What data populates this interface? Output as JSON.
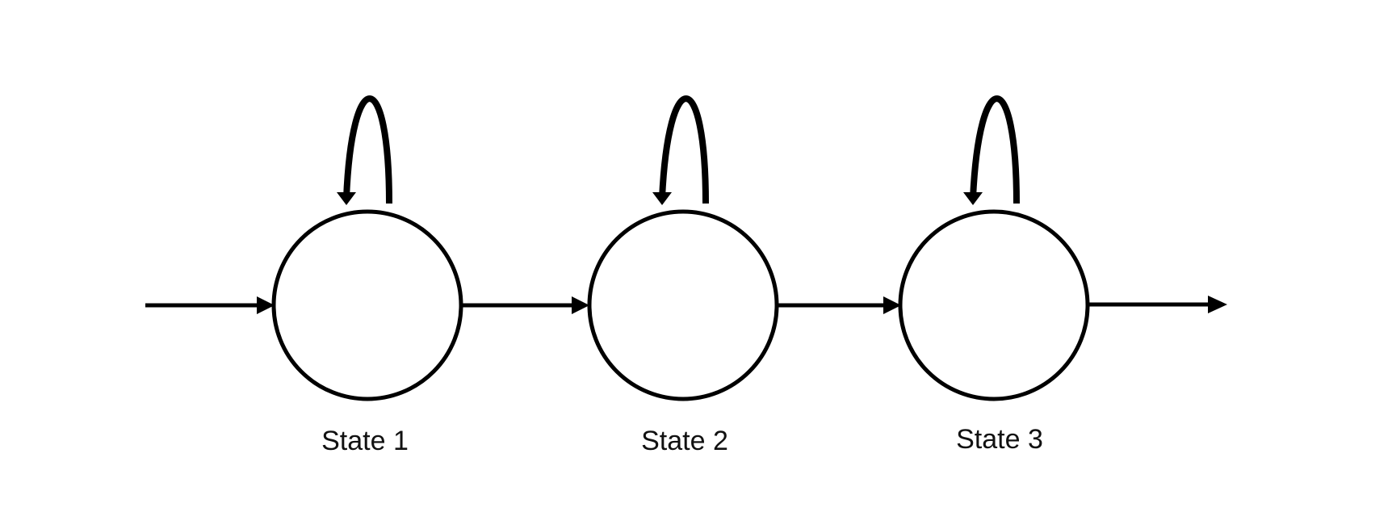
{
  "diagram": {
    "type": "state-transition-chain",
    "states": [
      {
        "id": "s1",
        "label": "State 1"
      },
      {
        "id": "s2",
        "label": "State 2"
      },
      {
        "id": "s3",
        "label": "State 3"
      }
    ],
    "transitions": [
      {
        "from": "start",
        "to": "s1"
      },
      {
        "from": "s1",
        "to": "s1",
        "kind": "self-loop"
      },
      {
        "from": "s1",
        "to": "s2"
      },
      {
        "from": "s2",
        "to": "s2",
        "kind": "self-loop"
      },
      {
        "from": "s2",
        "to": "s3"
      },
      {
        "from": "s3",
        "to": "s3",
        "kind": "self-loop"
      },
      {
        "from": "s3",
        "to": "end"
      }
    ],
    "colors": {
      "stroke": "#000000",
      "background": "#ffffff",
      "label": "#111111"
    }
  }
}
